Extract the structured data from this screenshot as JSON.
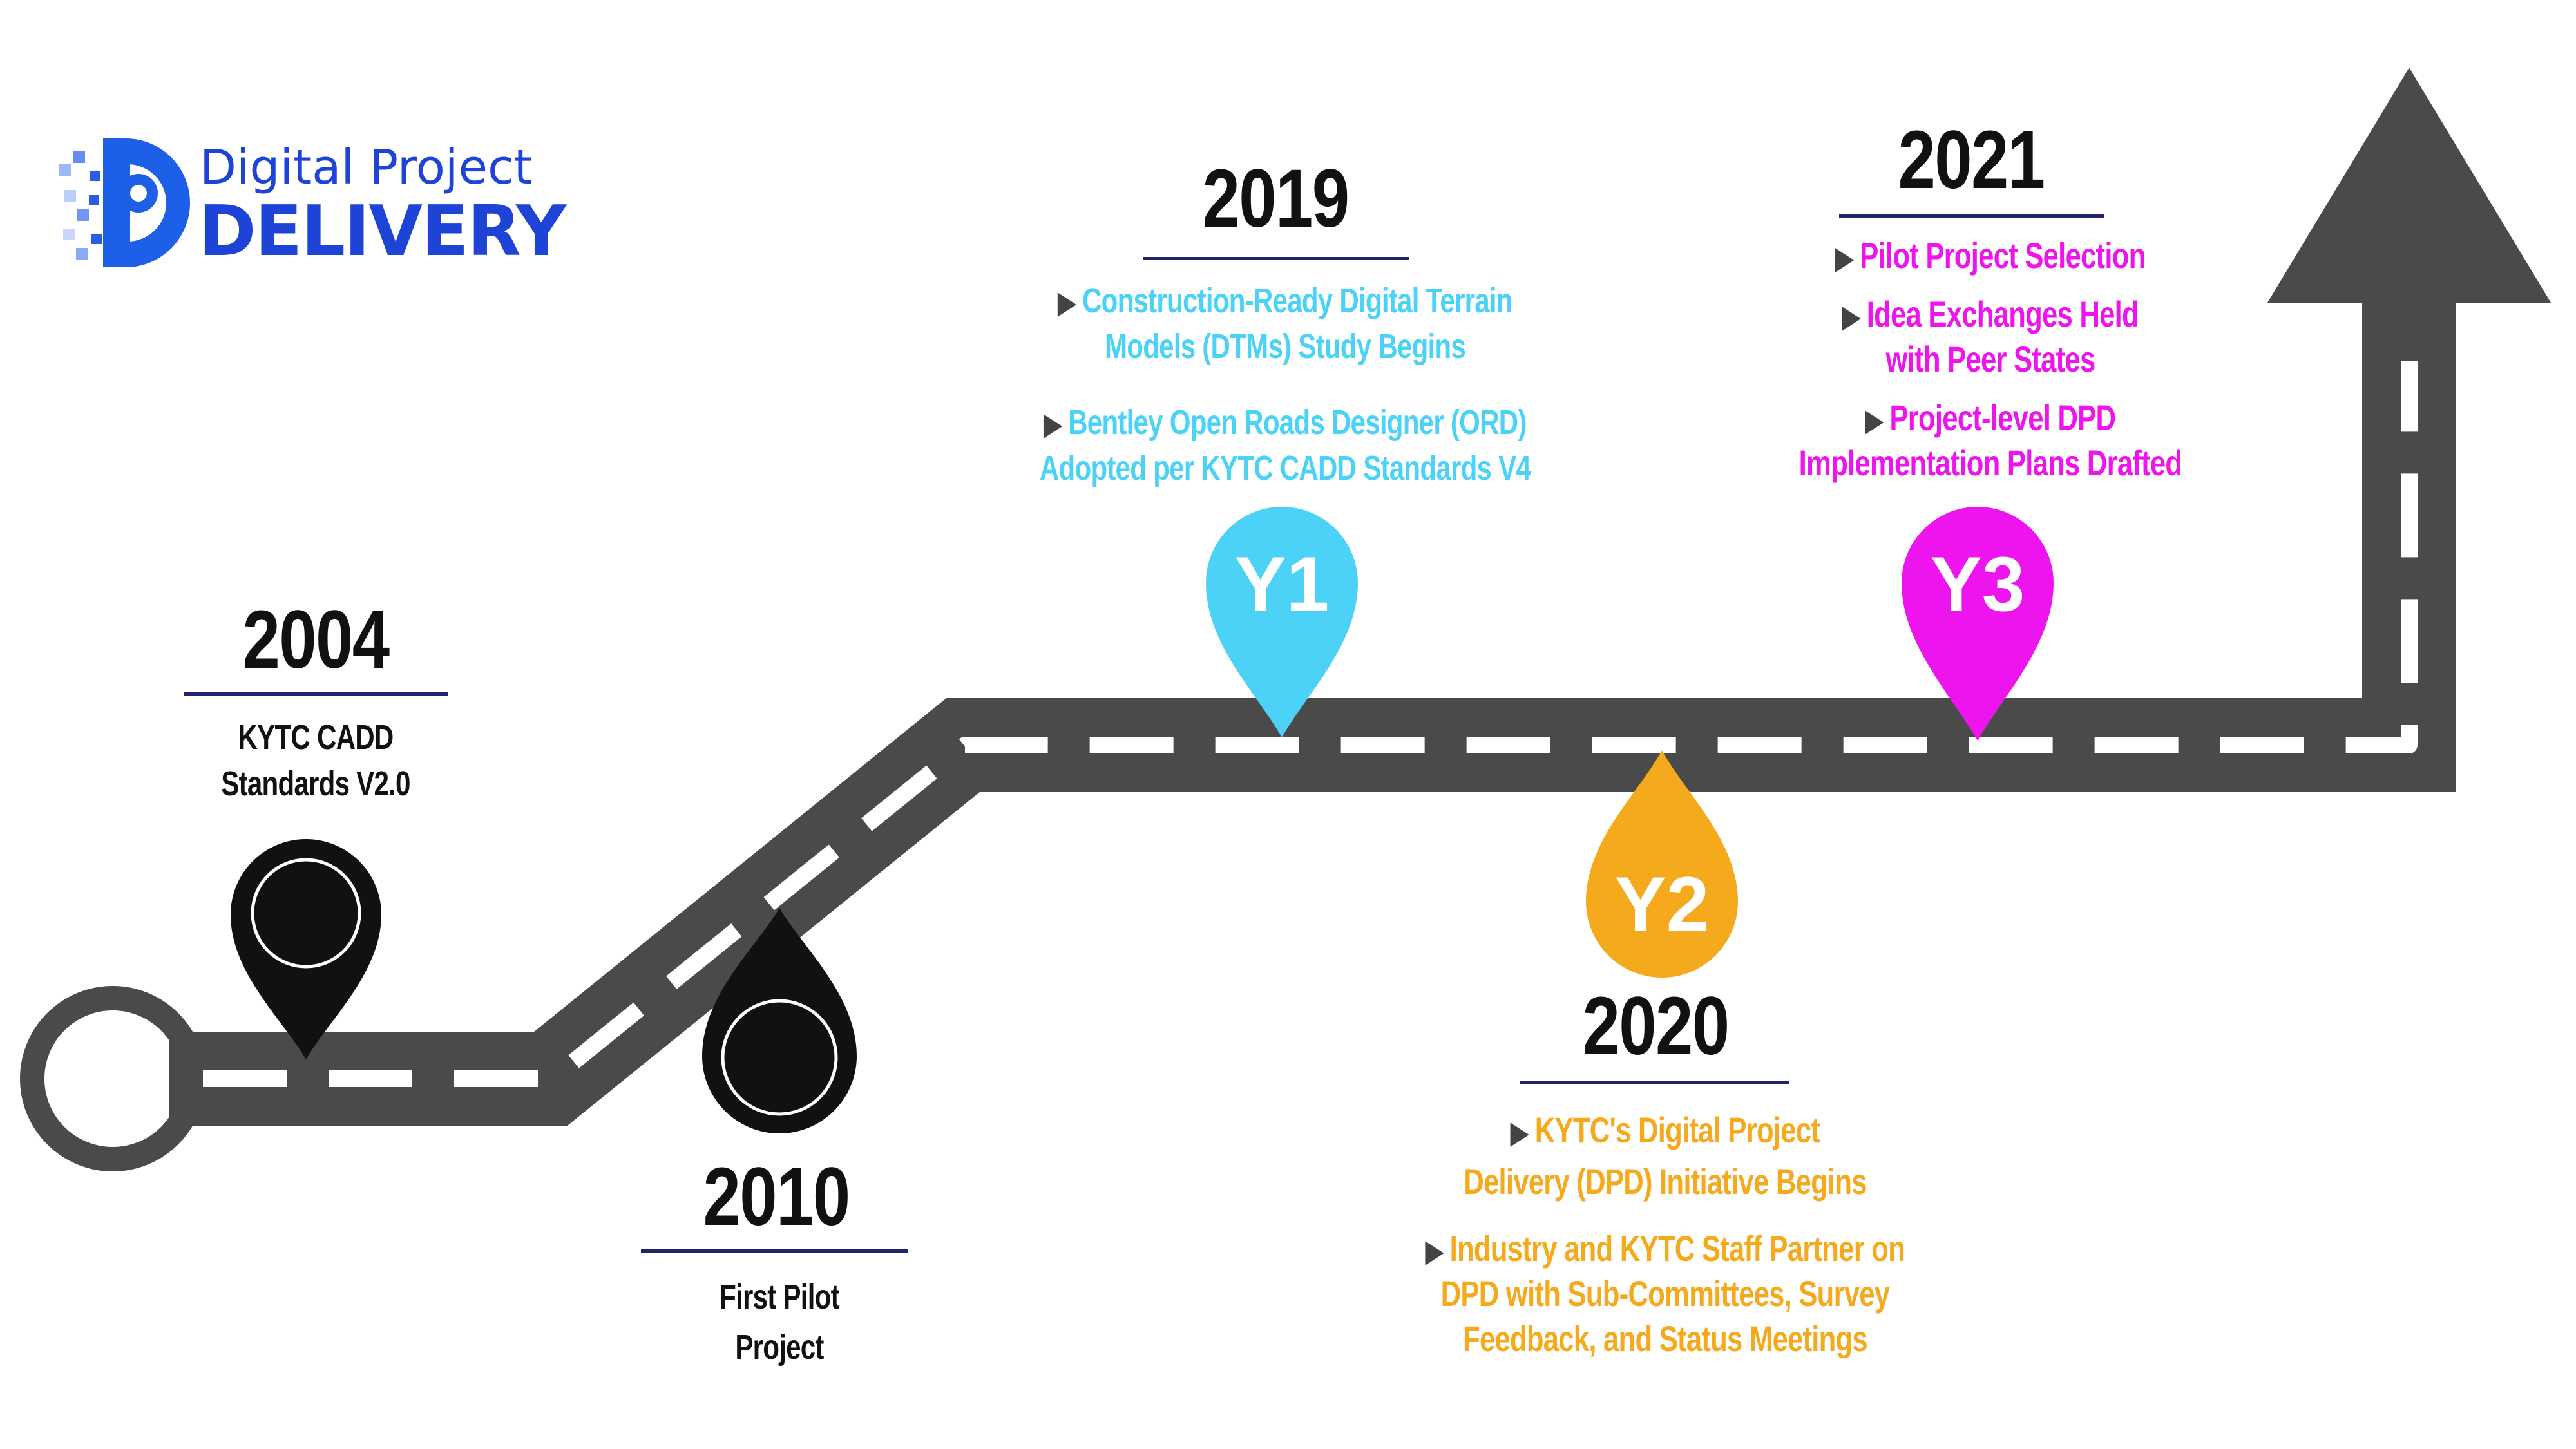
{
  "logo": {
    "line1": "Digital Project",
    "line2": "DELIVERY",
    "letter": "D",
    "colors": {
      "text": "#1d44d6",
      "mark": "#1d5fe6"
    }
  },
  "colors": {
    "road": "#4a4a4a",
    "lane": "#ffffff",
    "rule": "#20246e",
    "y1": "#4dd2f7",
    "y2": "#f5aa1e",
    "y3": "#ee14ee",
    "pin_dark": "#111111"
  },
  "milestones": {
    "m2004": {
      "year": "2004",
      "lines": [
        "KYTC CADD",
        "Standards V2.0"
      ]
    },
    "m2010": {
      "year": "2010",
      "lines": [
        "First Pilot",
        "Project"
      ]
    },
    "m2019": {
      "year": "2019",
      "pin": "Y1",
      "items": [
        [
          "Construction-Ready Digital Terrain",
          "Models (DTMs) Study Begins"
        ],
        [
          "Bentley Open Roads Designer (ORD)",
          "Adopted per KYTC CADD Standards V4"
        ]
      ]
    },
    "m2020": {
      "year": "2020",
      "pin": "Y2",
      "items": [
        [
          "KYTC's Digital Project",
          "Delivery (DPD) Initiative Begins"
        ],
        [
          "Industry and KYTC Staff Partner on",
          "DPD with Sub-Committees, Survey",
          "Feedback, and Status Meetings"
        ]
      ]
    },
    "m2021": {
      "year": "2021",
      "pin": "Y3",
      "items": [
        [
          "Pilot Project Selection"
        ],
        [
          "Idea Exchanges Held",
          "with Peer States"
        ],
        [
          "Project-level DPD",
          "Implementation Plans Drafted"
        ]
      ]
    }
  },
  "bullet_glyph": "▶"
}
